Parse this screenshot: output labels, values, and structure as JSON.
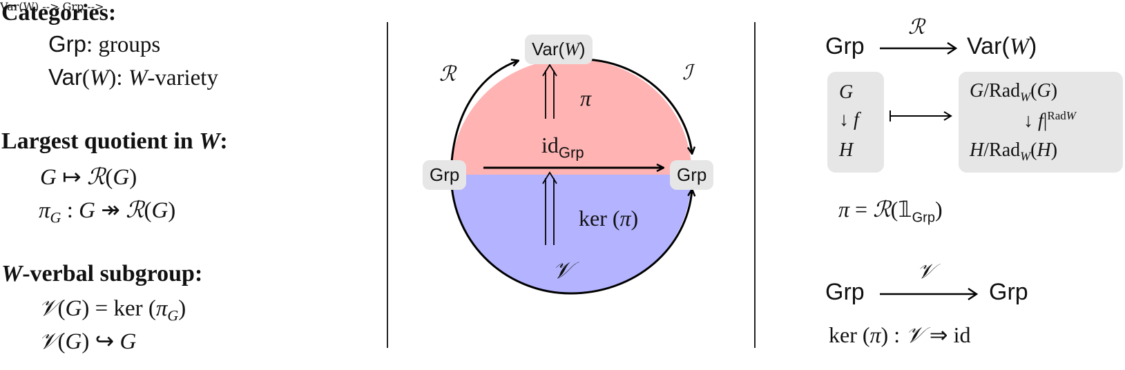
{
  "left": {
    "categories": {
      "heading": "Categories:",
      "line1": "Grp: groups",
      "line2": "Var(W): W-variety"
    },
    "quotient": {
      "heading": "Largest quotient in W:",
      "line1": "G ↦ ℛ(G)",
      "line2": "πG : G ↠ ℛ(G)"
    },
    "verbal": {
      "heading": "W-verbal subgroup:",
      "line1": "𝒱(G) = ker (πG)",
      "line2": "𝒱(G) ↪ G"
    }
  },
  "middle": {
    "node_top": "Var(W)",
    "node_left": "Grp",
    "node_right": "Grp",
    "label_R": "ℛ",
    "label_I": "ℐ",
    "label_pi": "π",
    "label_id": "idGrp",
    "label_ker": "ker (π)",
    "label_V": "𝒱",
    "colors": {
      "upper_fill": "#ffb3b3",
      "lower_fill": "#b3b3ff",
      "node_fill": "#e6e6e6"
    }
  },
  "right": {
    "top_src": "Grp",
    "top_tgt": "Var(W)",
    "top_arrow_label": "ℛ",
    "box1_top": "G",
    "box1_map": "f",
    "box1_bot": "H",
    "box2_top": "G/RadW(G)",
    "box2_map": "f|RadW",
    "box2_bot": "H/RadW(H)",
    "pi_eq": "π = ℛ(𝟙Grp)",
    "bot_src": "Grp",
    "bot_tgt": "Grp",
    "bot_arrow_label": "𝒱",
    "ker_eq": "ker (π) : 𝒱 ⇒ id"
  }
}
